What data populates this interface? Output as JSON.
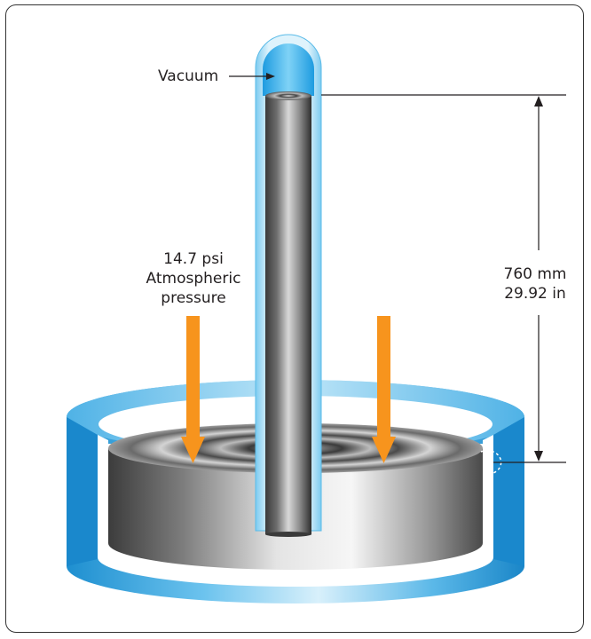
{
  "labels": {
    "vacuum": "Vacuum",
    "pressure_line1": "14.7 psi",
    "pressure_line2": "Atmospheric",
    "pressure_line3": "pressure",
    "height_mm": "760 mm",
    "height_in": "29.92 in"
  },
  "colors": {
    "glass_blue": "#29a3de",
    "arrow_orange": "#f7941d",
    "mercury_gray": "#8c8c8c"
  }
}
